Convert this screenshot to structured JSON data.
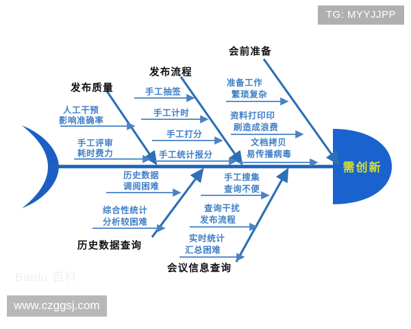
{
  "meta": {
    "tg_badge": "TG: MYYJJPP",
    "url_badge": "www.czggsj.com",
    "watermark": "Baidu 百科"
  },
  "colors": {
    "spine": "#1f63b5",
    "branch": "#2e6fb7",
    "cause_line": "#5b8fc9",
    "cause_text": "#3f7fc6",
    "category_text": "#0f0f14",
    "head_fill": "#1a63cf",
    "head_text": "#d9e021",
    "tail_fill": "#1b5fc4",
    "background": "#ffffff"
  },
  "diagram": {
    "type": "fishbone",
    "head": {
      "label": "需创新"
    },
    "tail": {
      "label": ""
    },
    "categories": [
      {
        "id": "publish-quality",
        "label": "发布质量",
        "side": "top",
        "causes": [
          {
            "line1": "人工干预",
            "line2": "影响准确率"
          },
          {
            "line1": "手工评审",
            "line2": "耗时费力"
          }
        ]
      },
      {
        "id": "publish-process",
        "label": "发布流程",
        "side": "top",
        "causes": [
          {
            "line1": "手工抽签",
            "line2": ""
          },
          {
            "line1": "手工计时",
            "line2": ""
          },
          {
            "line1": "手工打分",
            "line2": ""
          },
          {
            "line1": "手工统计报分",
            "line2": ""
          }
        ]
      },
      {
        "id": "pre-meeting-prep",
        "label": "会前准备",
        "side": "top",
        "causes": [
          {
            "line1": "准备工作",
            "line2": "繁琐复杂"
          },
          {
            "line1": "资料打印印",
            "line2": "刷造成浪费"
          },
          {
            "line1": "文档拷贝",
            "line2": "易传播病毒"
          }
        ]
      },
      {
        "id": "history-data-query",
        "label": "历史数据查询",
        "side": "bottom",
        "causes": [
          {
            "line1": "历史数据",
            "line2": "调阅困难"
          },
          {
            "line1": "综合性统计",
            "line2": "分析较困难"
          }
        ]
      },
      {
        "id": "meeting-info-query",
        "label": "会议信息查询",
        "side": "bottom",
        "causes": [
          {
            "line1": "手工搜集",
            "line2": "查询不便"
          },
          {
            "line1": "查询干扰",
            "line2": "发布流程"
          },
          {
            "line1": "实时统计",
            "line2": "汇总困难"
          }
        ]
      }
    ]
  }
}
